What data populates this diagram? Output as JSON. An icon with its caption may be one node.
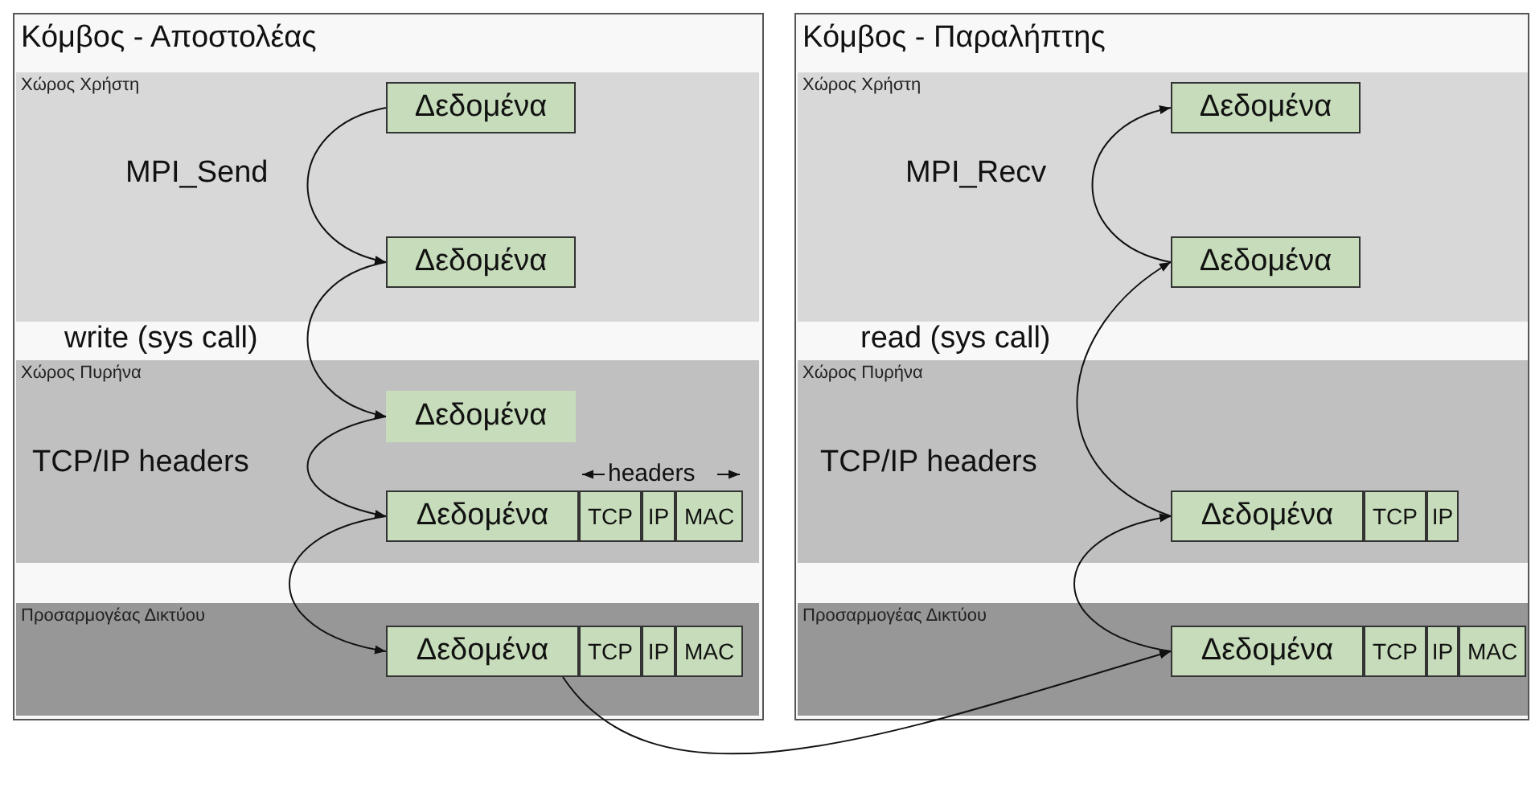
{
  "diagram": {
    "nodes": [
      {
        "text": [
          "Κόμβος - Αποστολέας"
        ]
      },
      {
        "text": [
          "Χώρος Χρήστη"
        ],
        "in": 0
      },
      {
        "text": [
          "Δεδομένα"
        ],
        "in": 1
      },
      {
        "text": [
          "Δεδομένα"
        ],
        "in": 1
      },
      {
        "text": [
          "Χώρος Πυρήνα"
        ],
        "in": 0
      },
      {
        "text": [
          "Δεδομένα"
        ],
        "in": 4
      },
      {
        "text": [
          "Δεδομένα"
        ],
        "in": 4
      },
      {
        "text": [
          "TCP"
        ],
        "in": 4
      },
      {
        "text": [
          "IP"
        ],
        "in": 4
      },
      {
        "text": [
          "MAC"
        ],
        "in": 4
      },
      {
        "text": [
          "Προσαρμογέας Δικτύου"
        ],
        "in": 0
      },
      {
        "text": [
          "Δεδομένα"
        ],
        "in": 10
      },
      {
        "text": [
          "TCP"
        ],
        "in": 10
      },
      {
        "text": [
          "IP"
        ],
        "in": 10
      },
      {
        "text": [
          "MAC"
        ],
        "in": 10
      },
      {
        "text": [
          "Κόμβος - Παραλήπτης"
        ]
      },
      {
        "text": [
          "Χώρος Χρήστη"
        ],
        "in": 15
      },
      {
        "text": [
          "Δεδομένα"
        ],
        "in": 16
      },
      {
        "text": [
          "Δεδομένα"
        ],
        "in": 16
      },
      {
        "text": [
          "Χώρος Πυρήνα"
        ],
        "in": 15
      },
      {
        "text": [
          "Δεδομένα"
        ],
        "in": 19
      },
      {
        "text": [
          "TCP"
        ],
        "in": 19
      },
      {
        "text": [
          "IP"
        ],
        "in": 19
      },
      {
        "text": [
          "Προσαρμογέας Δικτύου"
        ],
        "in": 15
      },
      {
        "text": [
          "Δεδομένα"
        ],
        "in": 23
      },
      {
        "text": [
          "TCP"
        ],
        "in": 23
      },
      {
        "text": [
          "IP"
        ],
        "in": 23
      },
      {
        "text": [
          "MAC"
        ],
        "in": 23
      }
    ],
    "edges": [
      {
        "from": 2,
        "to": 3,
        "arrow": "to",
        "label": "MPI_Send"
      },
      {
        "from": 3,
        "to": 5,
        "arrow": "to",
        "label": "write (sys call)"
      },
      {
        "from": 5,
        "to": 6,
        "arrow": "to",
        "label": "TCP/IP headers"
      },
      {
        "from": 6,
        "to": 11,
        "arrow": "to"
      },
      {
        "from": 11,
        "to": 24,
        "arrow": "to"
      },
      {
        "from": 24,
        "to": 20,
        "arrow": "to"
      },
      {
        "from": 20,
        "to": 18,
        "arrow": "to",
        "label": "read (sys call)"
      },
      {
        "from": 18,
        "to": 17,
        "arrow": "to",
        "label": "MPI_Recv"
      }
    ],
    "labels": [
      "headers",
      "TCP/IP headers"
    ]
  }
}
